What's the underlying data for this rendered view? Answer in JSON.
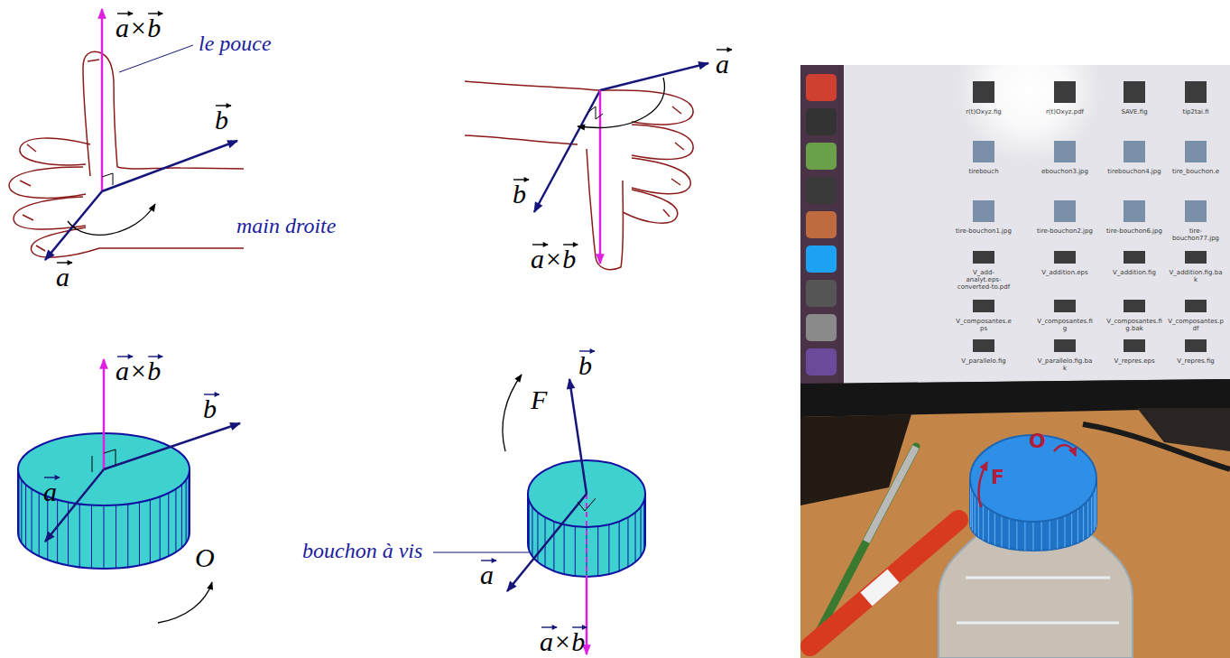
{
  "diagram": {
    "labels": [
      "a×b",
      "le pouce",
      "b",
      "main droite",
      "a",
      "a",
      "b",
      "a×b",
      "a×b",
      "b",
      "a",
      "O",
      "b",
      "F",
      "bouchon à vis",
      "a",
      "a×b",
      "r(t)Oxyz.fig",
      "r(t)Oxyz.pdf",
      "SAVE.fig",
      "tip2tai.fi",
      "tirebouch",
      "ebouchon3.jpg",
      "tirebouchon4.jpg",
      "tire_bouchon.e",
      "tire-bouchon1.jpg",
      "tire-bouchon2.jpg",
      "tire-bouchon6.jpg",
      "tire-bouchon77.jpg",
      "V_add-analyt.eps-converted-to.pdf",
      "V_addition.eps",
      "V_addition.fig",
      "V_addition.fig.bak",
      "V_composantes.eps",
      "V_composantes.fig",
      "V_composantes.fig.bak",
      "V_composantes.pdf",
      "V_parallelo.fig",
      "V_parallelo.fig.bak",
      "V_repres.eps",
      "V_repres.fig",
      "F",
      "O"
    ]
  }
}
